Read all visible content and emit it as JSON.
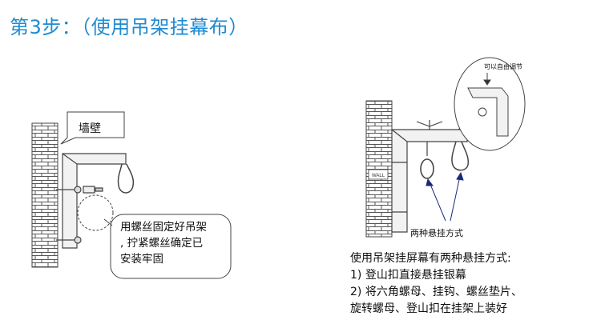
{
  "title": "第3步：（使用吊架挂幕布）",
  "left_diagram": {
    "wall_label": "墙壁",
    "callout_lines": [
      "用螺丝固定好吊架",
      ", 拧紧螺丝确定已",
      "安装牢固"
    ]
  },
  "right_diagram": {
    "adjust_label": "可以自由调节",
    "wall_tag": "WALL",
    "methods_label": "两种悬挂方式"
  },
  "description": [
    "使用吊架挂屏幕有两种悬挂方式:",
    "1) 登山扣直接悬挂银幕",
    "2) 将六角螺母、挂钩、螺丝垫片、",
    "旋转螺母、登山扣在挂架上装好"
  ],
  "colors": {
    "title": "#1f8bd0",
    "line": "#333333"
  }
}
